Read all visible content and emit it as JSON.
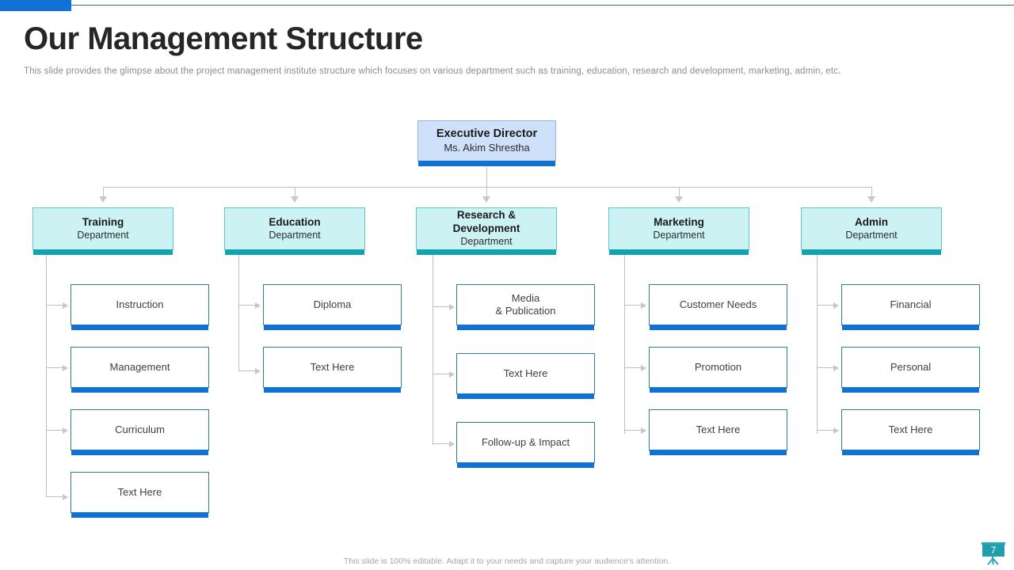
{
  "header": {
    "title": "Our Management Structure",
    "subtitle": "This slide provides  the glimpse about the project management  institute structure which focuses on various  department such as training, education, research and development,  marketing, admin, etc."
  },
  "colors": {
    "accent_blue": "#0f72d4",
    "accent_teal": "#12a3ae",
    "exec_fill": "#cfe0fb",
    "dept_fill": "#cdf2f4",
    "child_fill": "#ffffff",
    "connector": "#bfbfbf",
    "title_text": "#262626",
    "subtitle_text": "#8c8c8c"
  },
  "chart_data": {
    "type": "diagram",
    "title": "Our Management Structure",
    "root": {
      "title": "Executive Director",
      "subtitle": "Ms. Akim Shrestha"
    },
    "departments": [
      {
        "name": "Training",
        "label": "Department",
        "children": [
          "Instruction",
          "Management",
          "Curriculum",
          "Text Here"
        ]
      },
      {
        "name": "Education",
        "label": "Department",
        "children": [
          "Diploma",
          "Text Here"
        ]
      },
      {
        "name": "Research &\nDevelopment",
        "name_line1": "Research &",
        "name_line2": "Development",
        "label": "Department",
        "children": [
          "Media\n& Publication",
          "Text Here",
          "Follow-up & Impact"
        ]
      },
      {
        "name": "Marketing",
        "label": "Department",
        "children": [
          "Customer Needs",
          "Promotion",
          "Text Here"
        ]
      },
      {
        "name": "Admin",
        "label": "Department",
        "children": [
          "Financial",
          "Personal",
          "Text Here"
        ]
      }
    ]
  },
  "footer": {
    "note": "This slide is 100% editable. Adapt it to your needs and capture your audience's attention.",
    "page_number": "7"
  }
}
